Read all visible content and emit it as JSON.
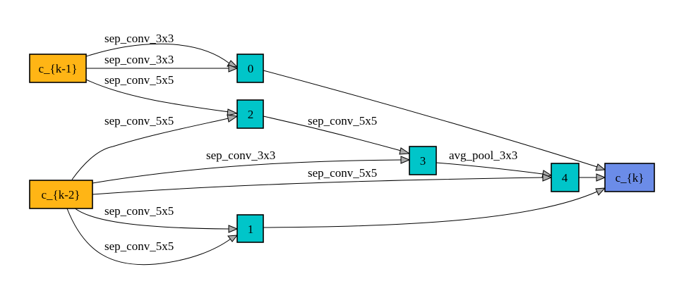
{
  "colors": {
    "input": "#FFB515",
    "intermediate": "#00C5C9",
    "output": "#6B8CE8",
    "edge": "#000000",
    "arrowhead": "#AAAAAA"
  },
  "nodes": {
    "c_k1": {
      "label": "c_{k-1}",
      "kind": "input"
    },
    "c_k2": {
      "label": "c_{k-2}",
      "kind": "input"
    },
    "n0": {
      "label": "0",
      "kind": "intermediate"
    },
    "n1": {
      "label": "1",
      "kind": "intermediate"
    },
    "n2": {
      "label": "2",
      "kind": "intermediate"
    },
    "n3": {
      "label": "3",
      "kind": "intermediate"
    },
    "n4": {
      "label": "4",
      "kind": "intermediate"
    },
    "c_k": {
      "label": "c_{k}",
      "kind": "output"
    }
  },
  "edges": [
    {
      "id": "e1",
      "from": "c_k1",
      "to": "n0",
      "label": "sep_conv_3x3"
    },
    {
      "id": "e2",
      "from": "c_k1",
      "to": "n0",
      "label": "sep_conv_3x3"
    },
    {
      "id": "e3",
      "from": "c_k1",
      "to": "n2",
      "label": "sep_conv_5x5"
    },
    {
      "id": "e4",
      "from": "c_k2",
      "to": "n2",
      "label": "sep_conv_5x5"
    },
    {
      "id": "e5",
      "from": "n2",
      "to": "n3",
      "label": "sep_conv_5x5"
    },
    {
      "id": "e6",
      "from": "c_k2",
      "to": "n3",
      "label": "sep_conv_3x3"
    },
    {
      "id": "e7",
      "from": "n3",
      "to": "n4",
      "label": "avg_pool_3x3"
    },
    {
      "id": "e8",
      "from": "c_k2",
      "to": "n4",
      "label": "sep_conv_5x5"
    },
    {
      "id": "e9",
      "from": "c_k2",
      "to": "n1",
      "label": "sep_conv_5x5"
    },
    {
      "id": "e10",
      "from": "c_k2",
      "to": "n1",
      "label": "sep_conv_5x5"
    },
    {
      "id": "e11",
      "from": "n0",
      "to": "c_k",
      "label": ""
    },
    {
      "id": "e12",
      "from": "n4",
      "to": "c_k",
      "label": ""
    },
    {
      "id": "e13",
      "from": "n1",
      "to": "c_k",
      "label": ""
    }
  ]
}
